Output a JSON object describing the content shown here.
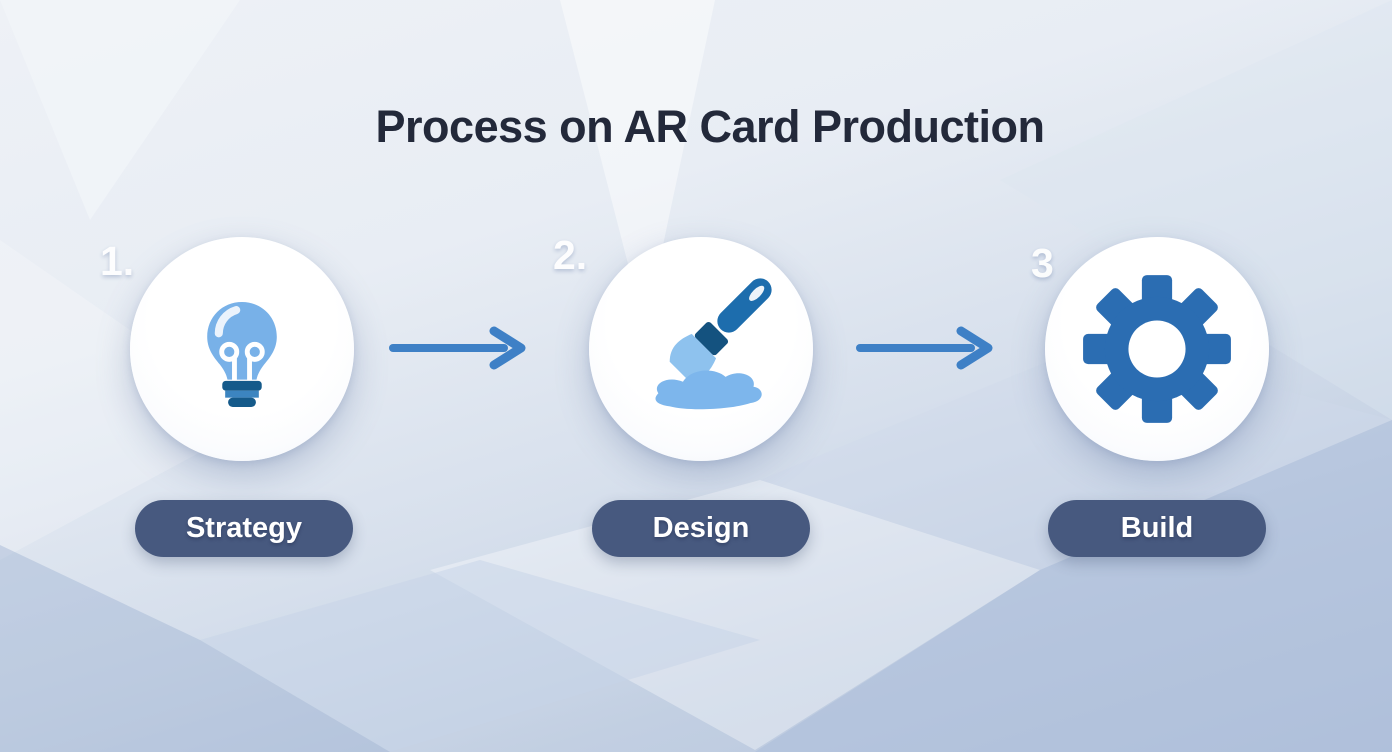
{
  "title": "Process on AR Card Production",
  "steps": [
    {
      "number": "1.",
      "label": "Strategy",
      "icon": "lightbulb-icon"
    },
    {
      "number": "2.",
      "label": "Design",
      "icon": "paintbrush-icon"
    },
    {
      "number": "3",
      "label": "Build",
      "icon": "gear-icon"
    }
  ],
  "colors": {
    "title_text": "#23293a",
    "step_number": "#ffffff",
    "pill_background": "#47597f",
    "pill_text": "#ffffff",
    "arrow": "#3e80c6",
    "circle_background": "#ffffff",
    "icon_light_blue": "#78b1e8",
    "icon_mid_blue": "#3c85c0",
    "icon_dark_blue": "#155a8a",
    "brush_handle_blue": "#1d6dad",
    "brush_ferrule_blue": "#14527f",
    "brush_bristle_blue": "#8ec2ee",
    "paint_splash_blue": "#7db6ec",
    "gear_blue": "#2b6db2"
  }
}
